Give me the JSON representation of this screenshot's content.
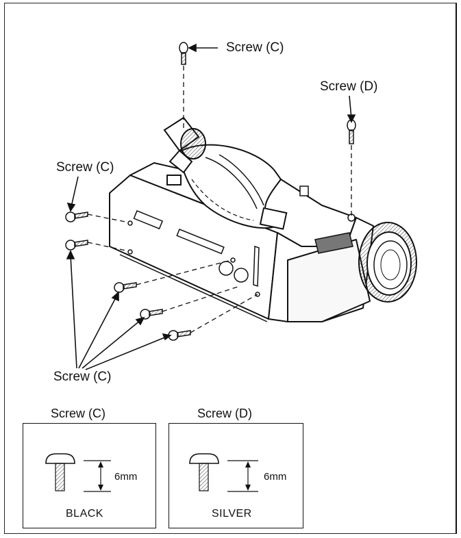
{
  "labels": {
    "screw_c_top": "Screw (C)",
    "screw_d_top": "Screw (D)",
    "screw_c_left": "Screw (C)",
    "screw_c_bottom": "Screw (C)"
  },
  "legend": {
    "screw_c": {
      "title": "Screw (C)",
      "length": "6mm",
      "color": "BLACK"
    },
    "screw_d": {
      "title": "Screw (D)",
      "length": "6mm",
      "color": "SILVER"
    }
  }
}
